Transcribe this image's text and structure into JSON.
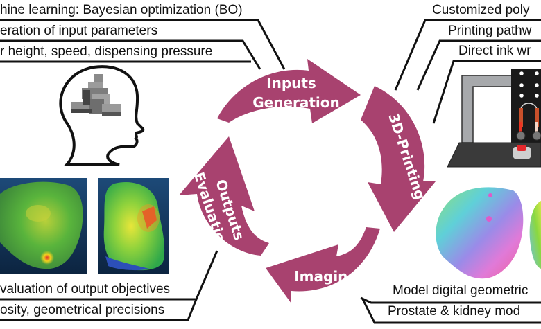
{
  "colors": {
    "arrow": "#a8426f",
    "line": "#111111",
    "text": "#111111",
    "arrow_text": "#ffffff"
  },
  "cycle": {
    "steps": [
      {
        "id": "inputs",
        "line1": "Inputs",
        "line2": "Generation"
      },
      {
        "id": "printing",
        "line1": "3D-Printing"
      },
      {
        "id": "imaging",
        "line1": "Imaging"
      },
      {
        "id": "outputs",
        "line1": "Outputs",
        "line2": "Evaluation"
      }
    ]
  },
  "top_left_labels": [
    "hine learning: Bayesian optimization (BO)",
    "eration of input parameters",
    "r height, speed, dispensing pressure"
  ],
  "top_right_labels": [
    "Customized poly",
    "Printing pathw",
    "Direct ink wr"
  ],
  "bottom_left_labels": [
    "valuation of output objectives",
    "osity, geometrical precisions"
  ],
  "bottom_right_labels": [
    "Model digital geometric",
    "Prostate & kidney mod"
  ],
  "images": {
    "head": "head-with-blocks-icon",
    "printer": "direct-ink-writing-printer",
    "heatmap_left": "organ-deviation-heatmap-1",
    "heatmap_right": "organ-deviation-heatmap-2",
    "model_left": "prostate-digital-model",
    "model_right": "kidney-digital-model"
  }
}
